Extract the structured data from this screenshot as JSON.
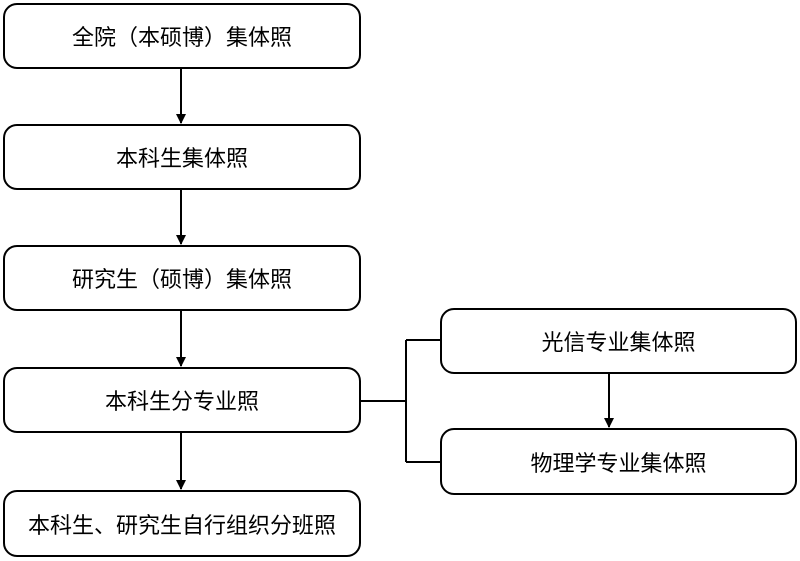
{
  "nodes": {
    "n1": "全院（本硕博）集体照",
    "n2": "本科生集体照",
    "n3": "研究生（硕博）集体照",
    "n4": "本科生分专业照",
    "n5": "本科生、研究生自行组织分班照",
    "r1": "光信专业集体照",
    "r2": "物理学专业集体照"
  },
  "colors": {
    "stroke": "#000000",
    "fill": "#ffffff"
  }
}
